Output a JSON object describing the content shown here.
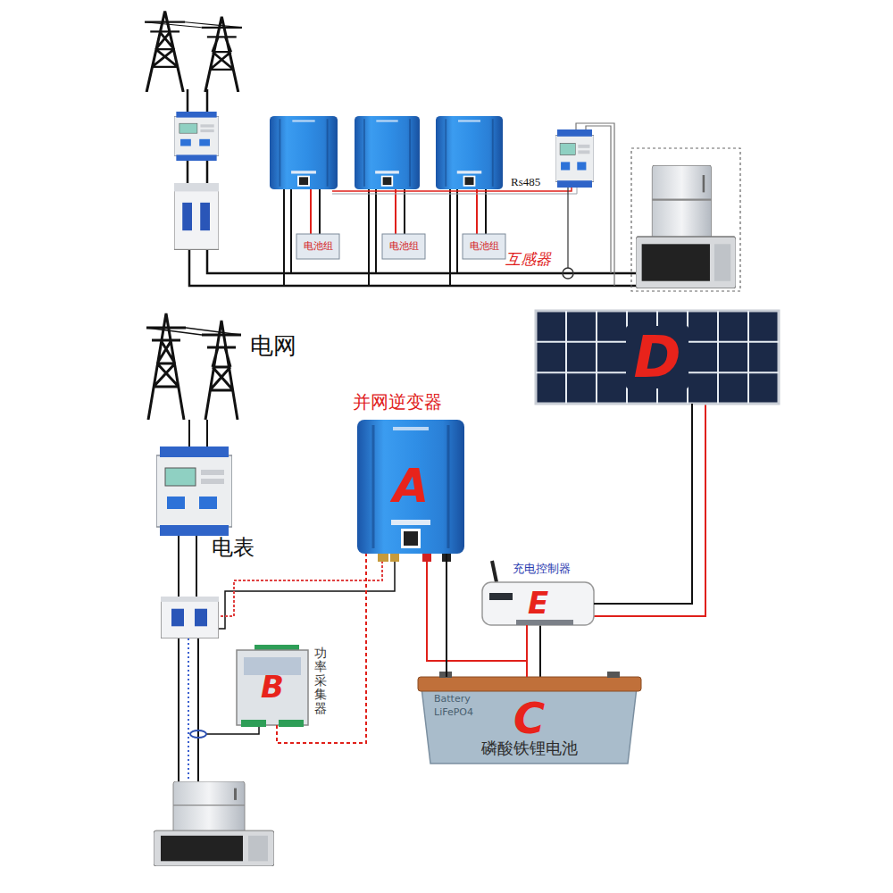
{
  "diagram": {
    "nodes": [
      {
        "text": [
          "电池组"
        ]
      },
      {
        "text": [
          "电池组"
        ]
      },
      {
        "text": [
          "电池组"
        ]
      },
      {
        "text": [
          "电网"
        ]
      },
      {
        "text": [
          "D"
        ]
      },
      {
        "text": [
          "并网逆变器",
          "A"
        ]
      },
      {
        "text": [
          "电表"
        ]
      },
      {
        "text": [
          "充电控制器",
          "E"
        ]
      },
      {
        "text": [
          "功率采集器",
          "B"
        ]
      },
      {
        "text": [
          "磷酸铁锂电池",
          "C"
        ]
      }
    ],
    "edges": [
      {
        "from": 3,
        "to": 6,
        "arrow": "none"
      },
      {
        "from": 4,
        "to": 7,
        "arrow": "none"
      },
      {
        "from": 7,
        "to": 9,
        "arrow": "none"
      },
      {
        "from": 5,
        "to": 9,
        "arrow": "none"
      },
      {
        "from": 8,
        "to": 5,
        "arrow": "none"
      }
    ],
    "labels": [
      "Rs485",
      "互感器",
      "Battery",
      "LiFePO4"
    ]
  }
}
